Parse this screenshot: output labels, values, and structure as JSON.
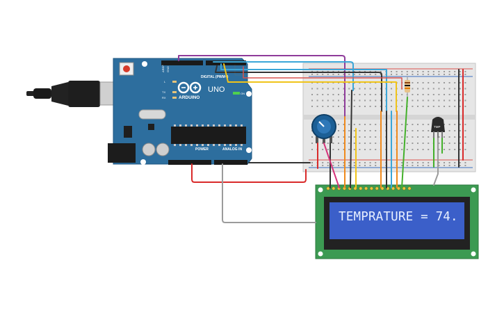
{
  "board": {
    "logo": "ARDUINO",
    "model": "UNO",
    "digital_label": "DIGITAL (PWM~)",
    "power_label": "POWER",
    "analog_label": "ANALOG IN",
    "on_label": "ON",
    "tx_label": "TX",
    "rx_label": "RX",
    "l_label": "L",
    "aref_label": "AREF",
    "gnd_label": "GND"
  },
  "sensor": {
    "label": "TMP"
  },
  "lcd": {
    "text": "TEMPRATURE = 74."
  },
  "colors": {
    "board": "#2d6e9e",
    "breadboard": "#e4e4e4",
    "lcd_pcb": "#3c9a52",
    "lcd_screen": "#3b5fc9",
    "wire_purple": "#8e3b9a",
    "wire_blue": "#3aa6d8",
    "wire_black": "#333333",
    "wire_yellow": "#f0c419",
    "wire_orange": "#f08a1c",
    "wire_green": "#43b02a",
    "wire_red": "#d92a2a",
    "wire_gray": "#9b9b9b",
    "wire_magenta": "#d6337a"
  }
}
